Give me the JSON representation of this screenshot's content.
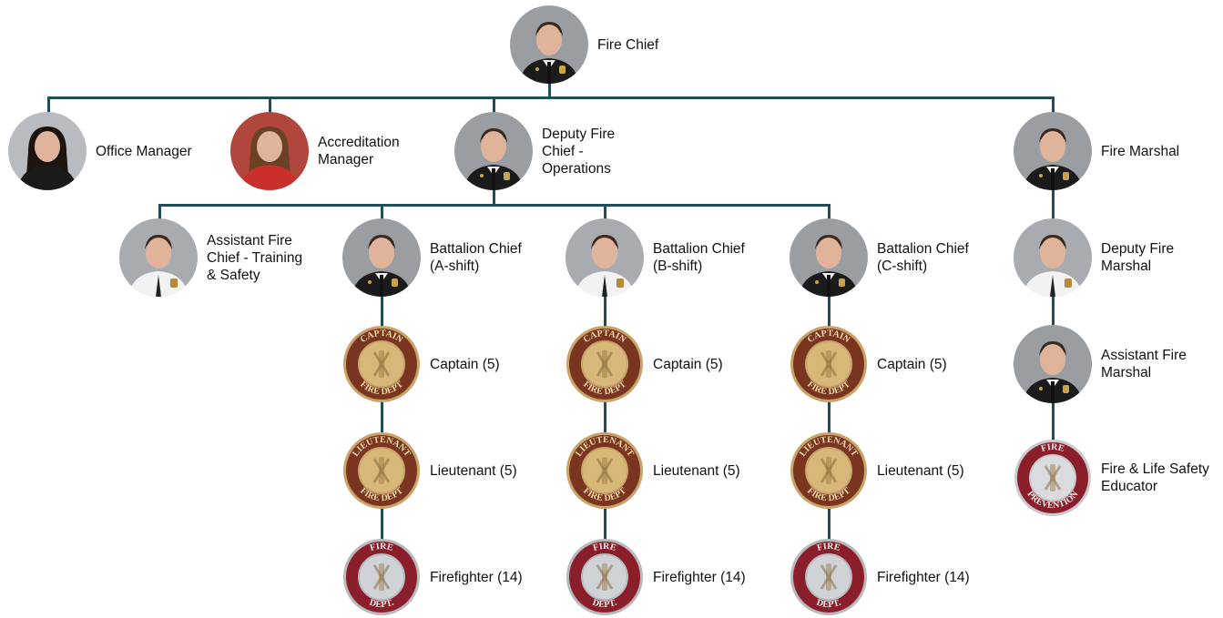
{
  "title": "",
  "nodes": {
    "fire_chief": {
      "label": "Fire Chief",
      "icon": "person-photo"
    },
    "office_manager": {
      "label": "Office Manager",
      "icon": "person-photo"
    },
    "accreditation_manager": {
      "label": "Accreditation\nManager",
      "icon": "person-photo"
    },
    "deputy_chief_ops": {
      "label": "Deputy Fire\nChief -\nOperations",
      "icon": "person-photo"
    },
    "fire_marshal": {
      "label": "Fire Marshal",
      "icon": "person-photo"
    },
    "asst_chief_training": {
      "label": "Assistant Fire\nChief - Training\n& Safety",
      "icon": "person-photo"
    },
    "bc_a": {
      "label": "Battalion Chief\n(A-shift)",
      "icon": "person-photo"
    },
    "bc_b": {
      "label": "Battalion Chief\n(B-shift)",
      "icon": "person-photo"
    },
    "bc_c": {
      "label": "Battalion Chief\n(C-shift)",
      "icon": "person-photo"
    },
    "deputy_marshal": {
      "label": "Deputy Fire\nMarshal",
      "icon": "person-photo"
    },
    "asst_marshal": {
      "label": "Assistant Fire\nMarshal",
      "icon": "person-photo"
    },
    "captain_a": {
      "label": "Captain (5)",
      "icon": "captain-badge"
    },
    "captain_b": {
      "label": "Captain (5)",
      "icon": "captain-badge"
    },
    "captain_c": {
      "label": "Captain (5)",
      "icon": "captain-badge"
    },
    "lt_a": {
      "label": "Lieutenant (5)",
      "icon": "lieutenant-badge"
    },
    "lt_b": {
      "label": "Lieutenant (5)",
      "icon": "lieutenant-badge"
    },
    "lt_c": {
      "label": "Lieutenant (5)",
      "icon": "lieutenant-badge"
    },
    "ff_a": {
      "label": "Firefighter (14)",
      "icon": "firefighter-badge"
    },
    "ff_b": {
      "label": "Firefighter (14)",
      "icon": "firefighter-badge"
    },
    "ff_c": {
      "label": "Firefighter (14)",
      "icon": "firefighter-badge"
    },
    "educator": {
      "label": "Fire & Life Safety\nEducator",
      "icon": "fire-prevention-badge"
    }
  },
  "badges": {
    "captain": {
      "top": "CAPTAIN",
      "bottom": "FIRE DEPT"
    },
    "lieutenant": {
      "top": "LIEUTENANT",
      "bottom": "FIRE DEPT"
    },
    "firefighter": {
      "top": "FIRE",
      "bottom": "DEPT."
    },
    "prevention": {
      "top": "FIRE",
      "bottom": "PREVENTION"
    }
  },
  "colors": {
    "line": "#1f4e5a",
    "uniform": "#1b1b1b",
    "gold": "#d8b878",
    "badge_ring": "#6b2a1c",
    "red_ring": "#8a1e2a"
  }
}
